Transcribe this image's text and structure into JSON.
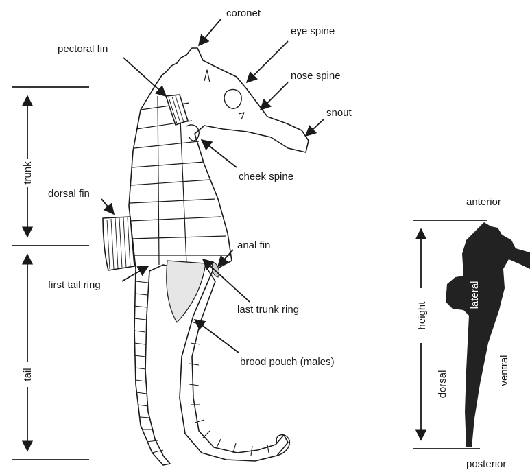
{
  "labels": {
    "coronet": "coronet",
    "eye_spine": "eye spine",
    "pectoral_fin": "pectoral fin",
    "nose_spine": "nose spine",
    "snout": "snout",
    "cheek_spine": "cheek spine",
    "dorsal_fin": "dorsal fin",
    "anal_fin": "anal fin",
    "first_tail_ring": "first tail ring",
    "last_trunk_ring": "last trunk ring",
    "brood_pouch": "brood pouch (males)"
  },
  "dimensions": {
    "trunk": "trunk",
    "tail": "tail",
    "height": "height"
  },
  "orientation": {
    "anterior": "anterior",
    "posterior": "posterior",
    "dorsal": "dorsal",
    "ventral": "ventral",
    "lateral": "lateral"
  },
  "colors": {
    "ink": "#1a1a1a",
    "silhouette": "#222222",
    "pouch": "#e6e6e6"
  }
}
